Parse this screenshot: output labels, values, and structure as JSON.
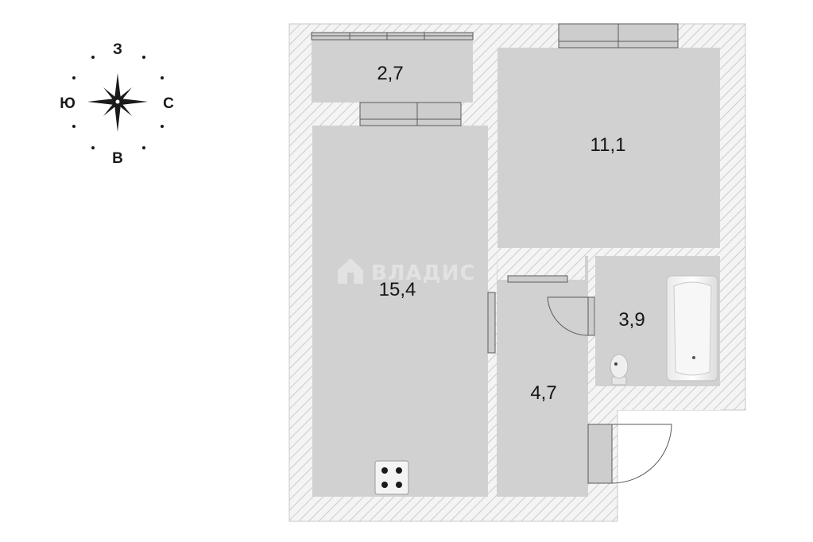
{
  "compass": {
    "north": "З",
    "south": "В",
    "west": "Ю",
    "east": "С"
  },
  "rooms": {
    "balcony": "2,7",
    "bedroom": "11,1",
    "kitchen_living": "15,4",
    "hallway": "4,7",
    "bathroom": "3,9"
  },
  "watermark": "ВЛАДИС",
  "colors": {
    "wall_fill": "#f2f2f2",
    "hatch": "#cfcfcf",
    "room_fill": "#d1d1d1",
    "window_fill": "#cdcdcd",
    "window_stroke": "#5a5a5a",
    "text": "#151515"
  }
}
